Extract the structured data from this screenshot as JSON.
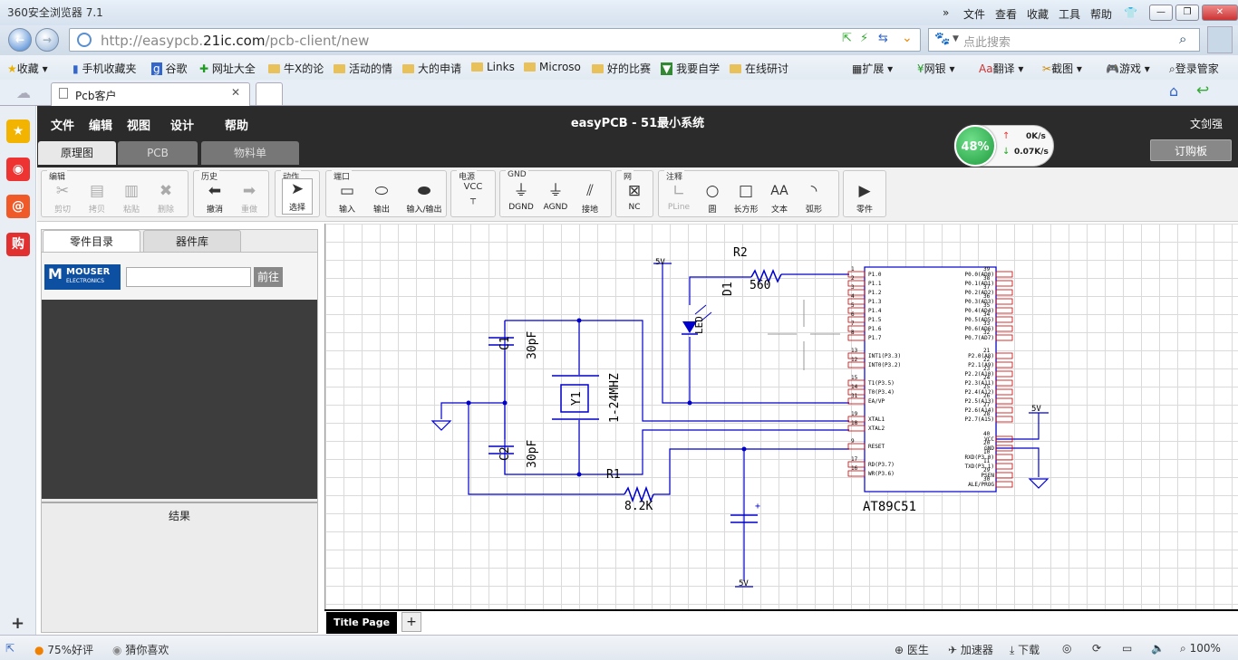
{
  "browser": {
    "title": "360安全浏览器 7.1",
    "top_menu": [
      "文件",
      "查看",
      "收藏",
      "工具",
      "帮助"
    ],
    "url_scheme": "http://easypcb.",
    "url_domain": "21ic.com",
    "url_path": "/pcb-client/new",
    "search_placeholder": "点此搜索",
    "bookmarks": [
      "收藏",
      "手机收藏夹",
      "谷歌",
      "网址大全",
      "牛X的论",
      "活动的情",
      "大的申请",
      "Links",
      "Microso",
      "好的比赛",
      "我要自学",
      "在线研讨"
    ],
    "extras": [
      "扩展",
      "网银",
      "翻译",
      "截图",
      "游戏",
      "登录管家"
    ],
    "tab_title": "Pcb客户"
  },
  "app": {
    "menu": [
      "文件",
      "编辑",
      "视图",
      "设计",
      "帮助"
    ],
    "title": "easyPCB - 51最小系统",
    "user": "文剑强",
    "view_tabs": [
      "原理图",
      "PCB",
      "物料单"
    ],
    "order_button": "订购板",
    "speed": {
      "percent": "48%",
      "up": "0K/s",
      "down": "0.07K/s"
    }
  },
  "toolbar": {
    "groups": {
      "edit": "编辑",
      "history": "历史",
      "action": "动作",
      "port": "端口",
      "power": "电源",
      "gnd": "GND",
      "net": "网",
      "note": "注释"
    },
    "tools": {
      "cut": "剪切",
      "copy": "拷贝",
      "paste": "粘贴",
      "delete": "删除",
      "undo": "撤消",
      "redo": "重做",
      "select": "选择",
      "input": "输入",
      "output": "输出",
      "inout": "输入/输出",
      "vcc_icon_text": "VCC",
      "dgnd": "DGND",
      "agnd": "AGND",
      "earth": "接地",
      "nc": "NC",
      "pline": "PLine",
      "circle": "圆",
      "rect": "长方形",
      "text": "文本",
      "text_icon": "AA",
      "arc": "弧形",
      "parts": "零件"
    }
  },
  "left_panel": {
    "tabs": [
      "零件目录",
      "器件库"
    ],
    "mouser_logo": "MOUSER",
    "mouser_sub": "ELECTRONICS",
    "go_button": "前往",
    "results_label": "结果"
  },
  "schematic": {
    "labels": {
      "r2": "R2",
      "r2_val": "560",
      "d1": "D1",
      "led": "LED",
      "vcc5a": "5V",
      "c1": "C1",
      "c1_val": "30pF",
      "c2": "C2",
      "c2_val": "30pF",
      "y1": "Y1",
      "y1_val": "1-24MHZ",
      "r1": "R1",
      "r1_val": "8.2K",
      "vcc5b": "5V",
      "vcc5c": "5V",
      "chip": "AT89C51",
      "plus": "+"
    },
    "left_pins": [
      {
        "n": "1",
        "name": "P1.0"
      },
      {
        "n": "2",
        "name": "P1.1"
      },
      {
        "n": "3",
        "name": "P1.2"
      },
      {
        "n": "4",
        "name": "P1.3"
      },
      {
        "n": "5",
        "name": "P1.4"
      },
      {
        "n": "6",
        "name": "P1.5"
      },
      {
        "n": "7",
        "name": "P1.6"
      },
      {
        "n": "8",
        "name": "P1.7"
      },
      {
        "n": "13",
        "name": "INT1(P3.3)"
      },
      {
        "n": "12",
        "name": "INT0(P3.2)"
      },
      {
        "n": "15",
        "name": "T1(P3.5)"
      },
      {
        "n": "14",
        "name": "T0(P3.4)"
      },
      {
        "n": "31",
        "name": "EA/VP"
      },
      {
        "n": "19",
        "name": "XTAL1"
      },
      {
        "n": "18",
        "name": "XTAL2"
      },
      {
        "n": "9",
        "name": "RESET"
      },
      {
        "n": "17",
        "name": "RD(P3.7)"
      },
      {
        "n": "16",
        "name": "WR(P3.6)"
      }
    ],
    "right_pins": [
      {
        "n": "39",
        "name": "P0.0(AD0)"
      },
      {
        "n": "38",
        "name": "P0.1(AD1)"
      },
      {
        "n": "37",
        "name": "P0.2(AD2)"
      },
      {
        "n": "36",
        "name": "P0.3(AD3)"
      },
      {
        "n": "35",
        "name": "P0.4(AD4)"
      },
      {
        "n": "34",
        "name": "P0.5(AD5)"
      },
      {
        "n": "33",
        "name": "P0.6(AD6)"
      },
      {
        "n": "32",
        "name": "P0.7(AD7)"
      },
      {
        "n": "21",
        "name": "P2.0(A8)"
      },
      {
        "n": "22",
        "name": "P2.1(A9)"
      },
      {
        "n": "23",
        "name": "P2.2(A10)"
      },
      {
        "n": "24",
        "name": "P2.3(A11)"
      },
      {
        "n": "25",
        "name": "P2.4(A12)"
      },
      {
        "n": "26",
        "name": "P2.5(A13)"
      },
      {
        "n": "27",
        "name": "P2.6(A14)"
      },
      {
        "n": "28",
        "name": "P2.7(A15)"
      },
      {
        "n": "40",
        "name": "VCC"
      },
      {
        "n": "20",
        "name": "GND"
      },
      {
        "n": "10",
        "name": "RXD(P3.0)"
      },
      {
        "n": "11",
        "name": "TXD(P3.1)"
      },
      {
        "n": "29",
        "name": "PSEN"
      },
      {
        "n": "30",
        "name": "ALE/PROG"
      }
    ]
  },
  "pages": {
    "current": "Title Page",
    "add": "+"
  },
  "statusbar": {
    "rating": "75%好评",
    "guess": "猜你喜欢",
    "doctor": "医生",
    "accel": "加速器",
    "download": "下载",
    "zoom": "100%"
  },
  "colors": {
    "wire": "#0000cc",
    "pin": "#cc0000",
    "header_bg": "#2b2b2b"
  }
}
